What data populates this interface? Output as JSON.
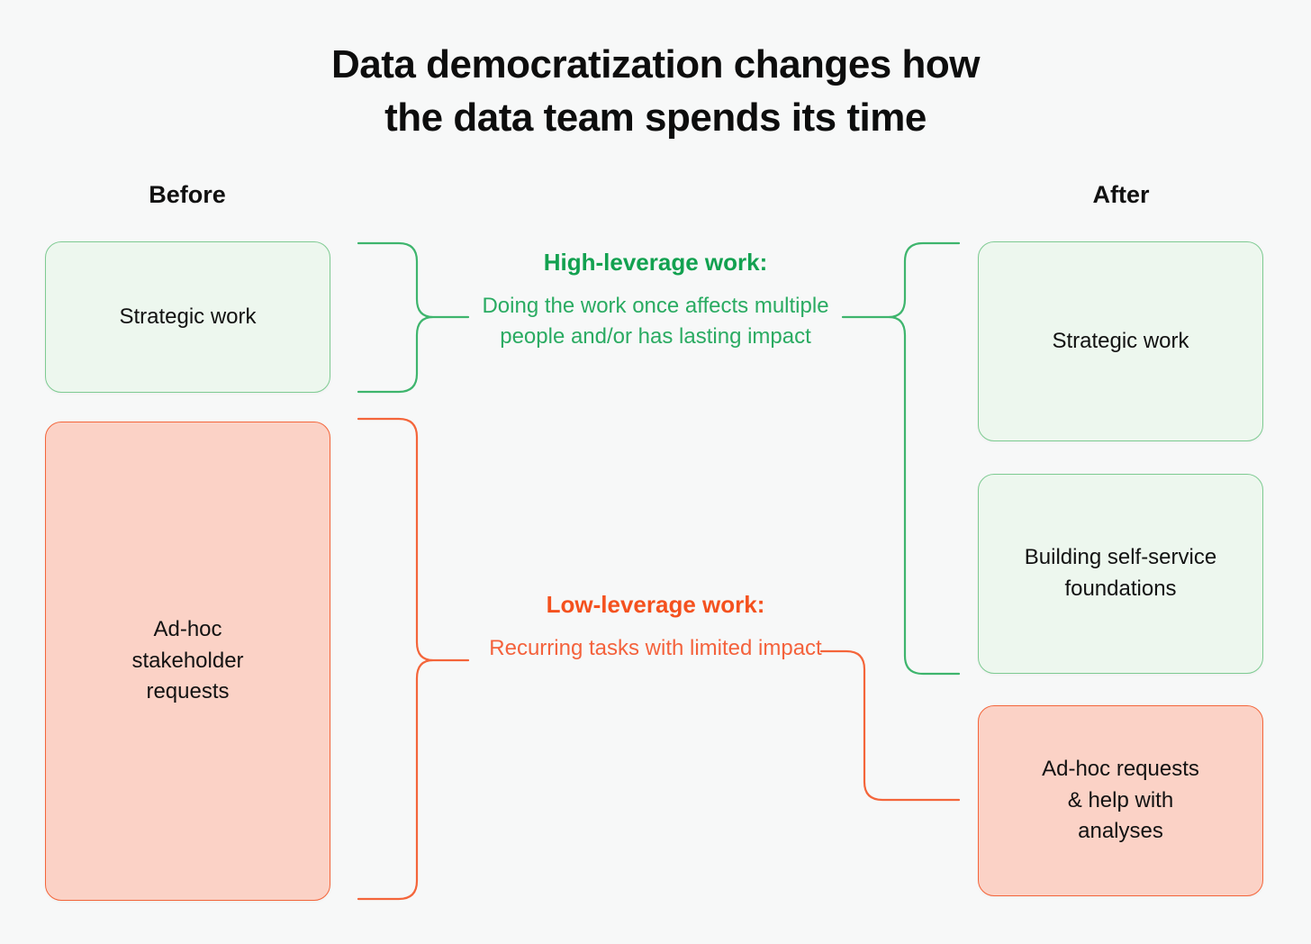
{
  "page": {
    "background_color": "#f7f8f8",
    "title_line1": "Data democratization changes how",
    "title_line2": "the data team spends its time"
  },
  "columns": {
    "before_label": "Before",
    "after_label": "After"
  },
  "colors": {
    "green_accent": "#12a150",
    "green_line": "#3eb56d",
    "green_border": "#7ecb92",
    "green_fill": "#edf7ee",
    "orange_accent": "#f4511e",
    "orange_line": "#f4653a",
    "red_border": "#f4653a",
    "red_fill": "#fbd2c6",
    "text_dark": "#121212"
  },
  "before_boxes": [
    {
      "id": "strategic",
      "label": "Strategic work",
      "tone": "green"
    },
    {
      "id": "adhoc",
      "label": "Ad-hoc\nstakeholder\nrequests",
      "tone": "red"
    }
  ],
  "after_boxes": [
    {
      "id": "strategic",
      "label": "Strategic work",
      "tone": "green"
    },
    {
      "id": "self-service",
      "label": "Building self-service\nfoundations",
      "tone": "green"
    },
    {
      "id": "adhoc",
      "label": "Ad-hoc requests\n& help with\nanalyses",
      "tone": "red"
    }
  ],
  "captions": {
    "high_leverage": {
      "heading": "High-leverage work:",
      "body": "Doing the work once affects multiple people and/or has lasting impact",
      "color": "#12a150"
    },
    "low_leverage": {
      "heading": "Low-leverage work:",
      "body": "Recurring tasks with limited impact",
      "color": "#f4511e"
    }
  },
  "connectors": [
    {
      "name": "before-green-brace",
      "color": "#3eb56d",
      "links": "before strategic work box to high-leverage caption"
    },
    {
      "name": "before-orange-brace",
      "color": "#f4653a",
      "links": "before ad-hoc stakeholder requests box to low-leverage caption"
    },
    {
      "name": "after-green-brace",
      "color": "#3eb56d",
      "links": "high-leverage caption to after strategic work and self-service boxes"
    },
    {
      "name": "after-orange-elbow",
      "color": "#f4653a",
      "links": "low-leverage caption to after ad-hoc requests box"
    }
  ]
}
